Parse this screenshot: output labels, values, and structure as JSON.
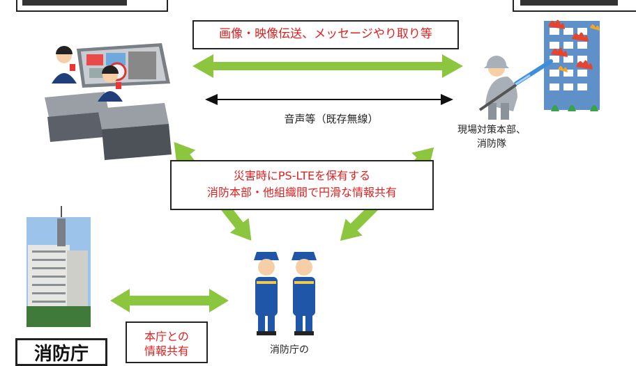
{
  "banner_top": "画像・映像伝送、メッセージやり取り等",
  "voice_label": "音声等（既存無線）",
  "field_label_line1": "現場対策本部、",
  "field_label_line2": "消防隊",
  "center_box_line1": "災害時にPS-LTEを保有する",
  "center_box_line2": "消防本部・他組織間で円滑な情報共有",
  "hq_box_line1": "本庁との",
  "hq_box_line2": "情報共有",
  "firefighters_label": "消防庁の",
  "agency_label": "消防庁",
  "colors": {
    "arrow_green": "#8cc63f",
    "accent_red": "#e02020"
  }
}
